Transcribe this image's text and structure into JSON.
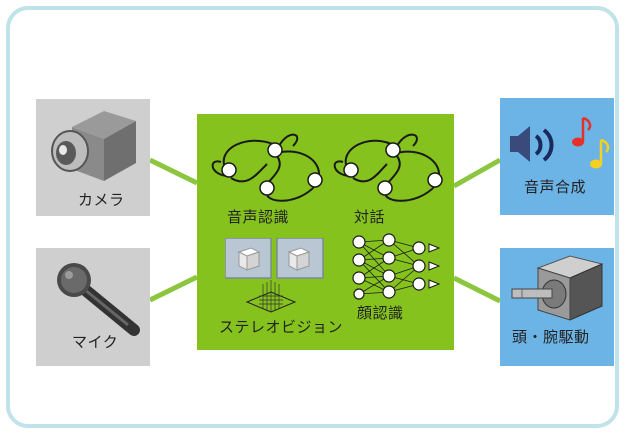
{
  "inputs": {
    "camera_label": "カメラ",
    "mic_label": "マイク"
  },
  "processing": {
    "speech_recognition": "音声認識",
    "dialogue": "対話",
    "stereo_vision": "ステレオビジョン",
    "face_recognition": "顔認識"
  },
  "outputs": {
    "speech_synthesis": "音声合成",
    "head_arm_drive": "頭・腕駆動"
  },
  "colors": {
    "frame_border": "#bfe3e8",
    "input_panel": "#cfcfcf",
    "output_panel": "#6cb4e6",
    "processing_panel": "#85c21e",
    "connector": "#8cc63f"
  }
}
